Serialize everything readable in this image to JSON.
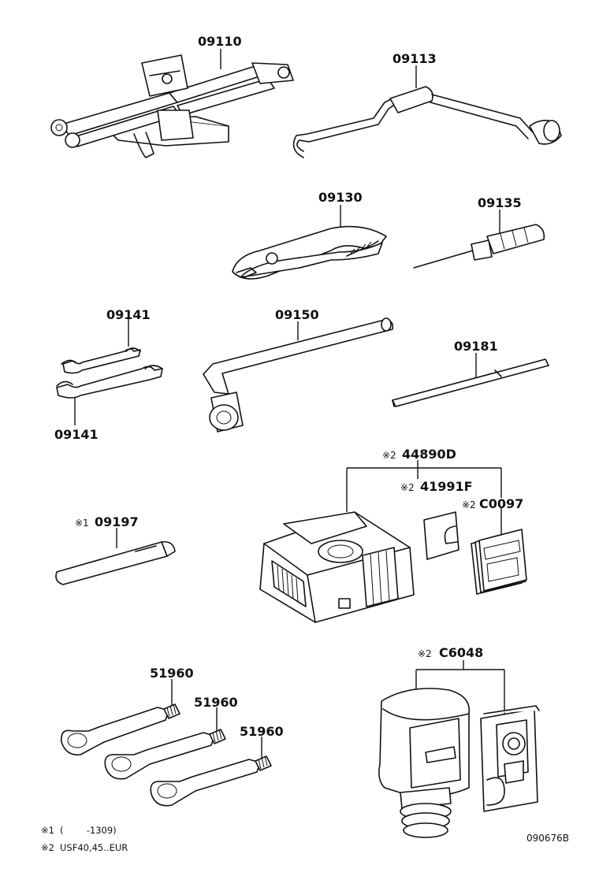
{
  "parts": [
    {
      "id": "jack",
      "label": "09110"
    },
    {
      "id": "jack_handle",
      "label": "09113"
    },
    {
      "id": "pliers",
      "label": "09130"
    },
    {
      "id": "screwdriver",
      "label": "09135"
    },
    {
      "id": "wrench_top",
      "label": "09141"
    },
    {
      "id": "wrench_bottom",
      "label": "09141"
    },
    {
      "id": "lug_wrench",
      "label": "09150"
    },
    {
      "id": "extension_bar",
      "label": "09181"
    },
    {
      "id": "tool_bar",
      "prefix": "※1",
      "label": "09197"
    },
    {
      "id": "compressor_kit",
      "prefix": "※2",
      "label": "44890D"
    },
    {
      "id": "sticker",
      "prefix": "※2",
      "label": "41991F"
    },
    {
      "id": "manual",
      "prefix": "※2",
      "label": "C0097"
    },
    {
      "id": "sealant_bottle",
      "prefix": "※2",
      "label": "C6048"
    },
    {
      "id": "towing_eye_1",
      "label": "51960"
    },
    {
      "id": "towing_eye_2",
      "label": "51960"
    },
    {
      "id": "towing_eye_3",
      "label": "51960"
    }
  ],
  "notes": {
    "note1_marker": "※1",
    "note1_text": "(        -1309)",
    "note2_marker": "※2",
    "note2_text": "USF40,45..EUR"
  },
  "drawing_ref": "090676B"
}
